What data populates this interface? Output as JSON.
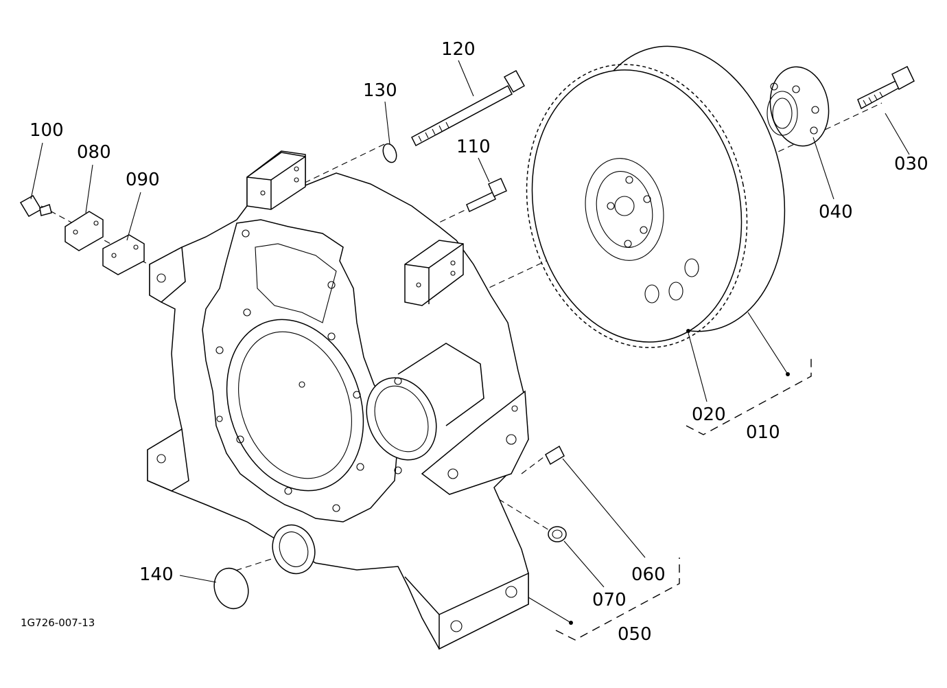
{
  "drawing": {
    "code": "1G726-007-13",
    "callouts": {
      "p100": "100",
      "p080": "080",
      "p090": "090",
      "p130": "130",
      "p120": "120",
      "p110": "110",
      "p030": "030",
      "p040": "040",
      "p020": "020",
      "p010": "010",
      "p140": "140",
      "p060": "060",
      "p070": "070",
      "p050": "050"
    }
  }
}
